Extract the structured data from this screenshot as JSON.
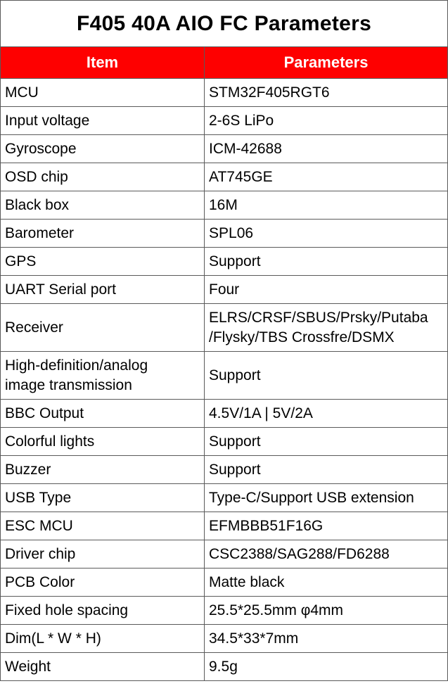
{
  "title": "F405 40A AIO  FC Parameters",
  "header": {
    "item": "Item",
    "parameters": "Parameters"
  },
  "colors": {
    "header_bg": "#fe0000",
    "header_text": "#ffffff",
    "border": "#5a5a5a"
  },
  "rows": [
    {
      "item": "MCU",
      "value": "STM32F405RGT6"
    },
    {
      "item": "Input voltage",
      "value": "2-6S LiPo"
    },
    {
      "item": "Gyroscope",
      "value": "ICM-42688"
    },
    {
      "item": "OSD chip",
      "value": "AT745GE"
    },
    {
      "item": "Black box",
      "value": "16M"
    },
    {
      "item": "Barometer",
      "value": "SPL06"
    },
    {
      "item": "GPS",
      "value": "Support"
    },
    {
      "item": "UART Serial port",
      "value": "Four"
    },
    {
      "item": "Receiver",
      "value_lines": [
        "ELRS/CRSF/SBUS/Prsky/Putaba",
        "/Flysky/TBS Crossfre/DSMX"
      ]
    },
    {
      "item_lines": [
        "High-definition/analog",
        "image transmission"
      ],
      "value": "Support"
    },
    {
      "item": "BBC Output",
      "value": "4.5V/1A | 5V/2A"
    },
    {
      "item": "Colorful lights",
      "value": "Support"
    },
    {
      "item": "Buzzer",
      "value": "Support"
    },
    {
      "item": "USB Type",
      "value": "Type-C/Support USB extension"
    },
    {
      "item": "ESC MCU",
      "value": "EFMBBB51F16G"
    },
    {
      "item": "Driver chip",
      "value": "CSC2388/SAG288/FD6288"
    },
    {
      "item": "PCB Color",
      "value": "Matte black"
    },
    {
      "item": "Fixed hole spacing",
      "value": "25.5*25.5mm φ4mm"
    },
    {
      "item": "Dim(L * W * H)",
      "value": "34.5*33*7mm"
    },
    {
      "item": "Weight",
      "value": "9.5g"
    }
  ]
}
